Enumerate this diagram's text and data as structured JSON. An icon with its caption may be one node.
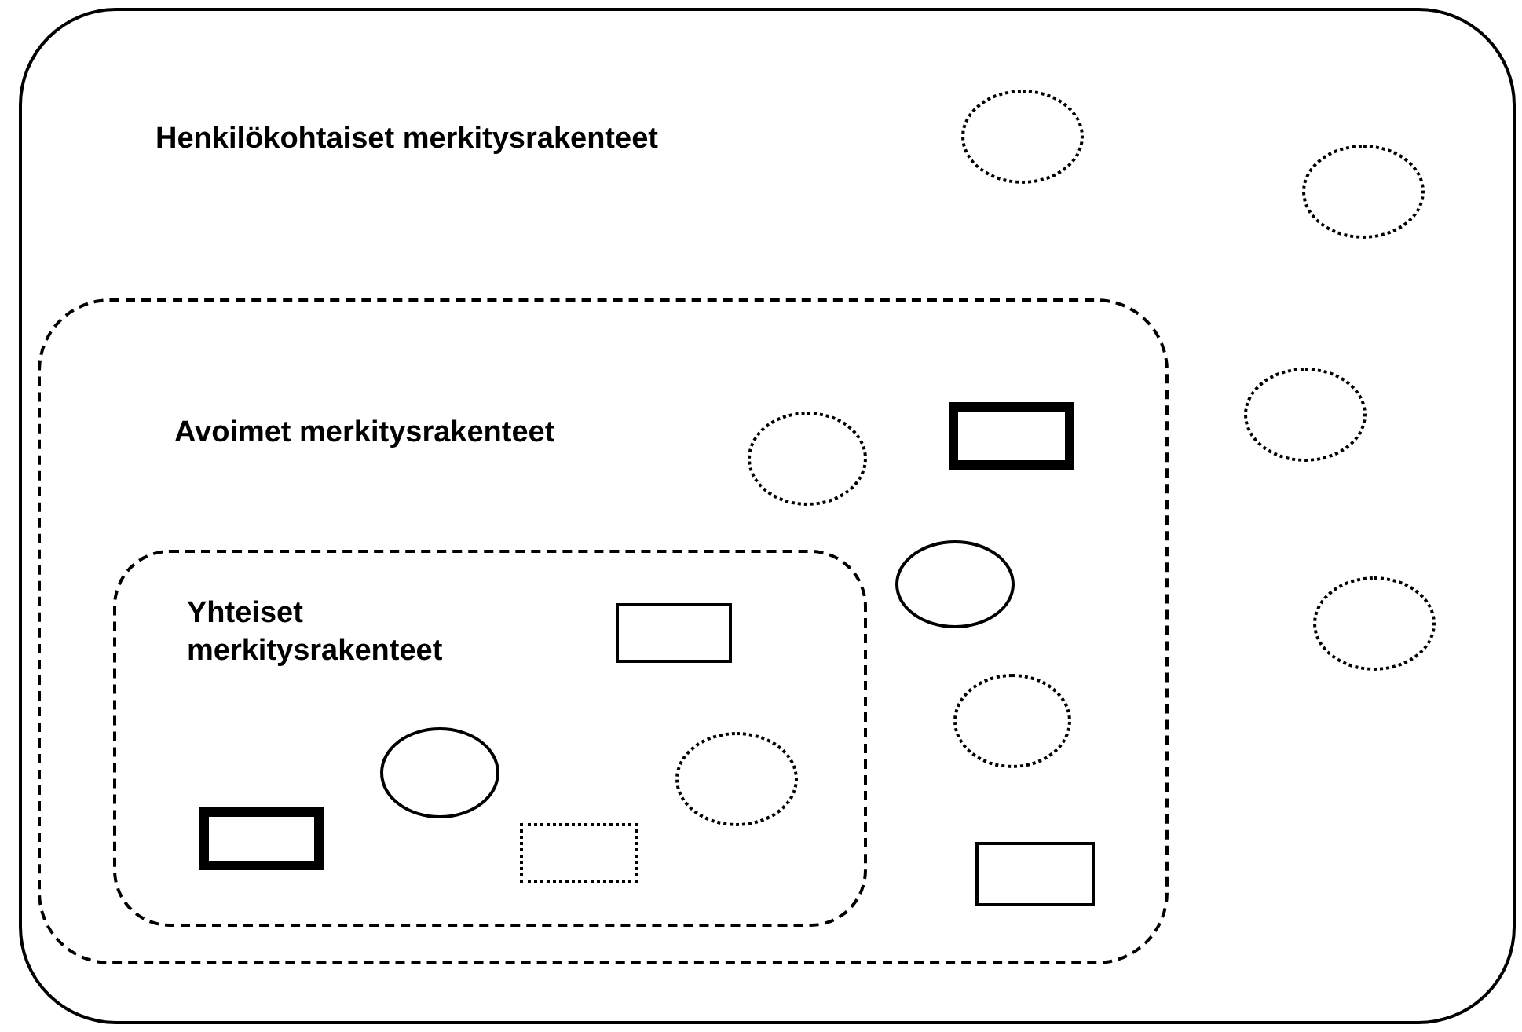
{
  "diagram": {
    "nodes": [
      {
        "text": [
          "Henkilökohtaiset merkitysrakenteet"
        ]
      },
      {
        "text": [],
        "shape": "circle",
        "in": 0
      },
      {
        "text": [],
        "shape": "circle",
        "in": 0
      },
      {
        "text": [],
        "shape": "circle",
        "in": 0
      },
      {
        "text": [],
        "shape": "circle",
        "in": 0
      },
      {
        "text": [
          "Avoimet merkitysrakenteet"
        ],
        "in": 0
      },
      {
        "text": [],
        "shape": "circle",
        "in": 5
      },
      {
        "text": [],
        "shape": "box",
        "in": 5
      },
      {
        "text": [],
        "shape": "circle",
        "in": 5
      },
      {
        "text": [],
        "shape": "circle",
        "in": 5
      },
      {
        "text": [],
        "shape": "box",
        "in": 5
      },
      {
        "text": [
          "Yhteiset merkitysrakenteet"
        ],
        "in": 5
      },
      {
        "text": [],
        "shape": "box",
        "in": 11
      },
      {
        "text": [],
        "shape": "circle",
        "in": 11
      },
      {
        "text": [],
        "shape": "circle",
        "in": 11
      },
      {
        "text": [],
        "shape": "box",
        "in": 11
      },
      {
        "text": [],
        "shape": "box",
        "in": 11
      }
    ]
  }
}
